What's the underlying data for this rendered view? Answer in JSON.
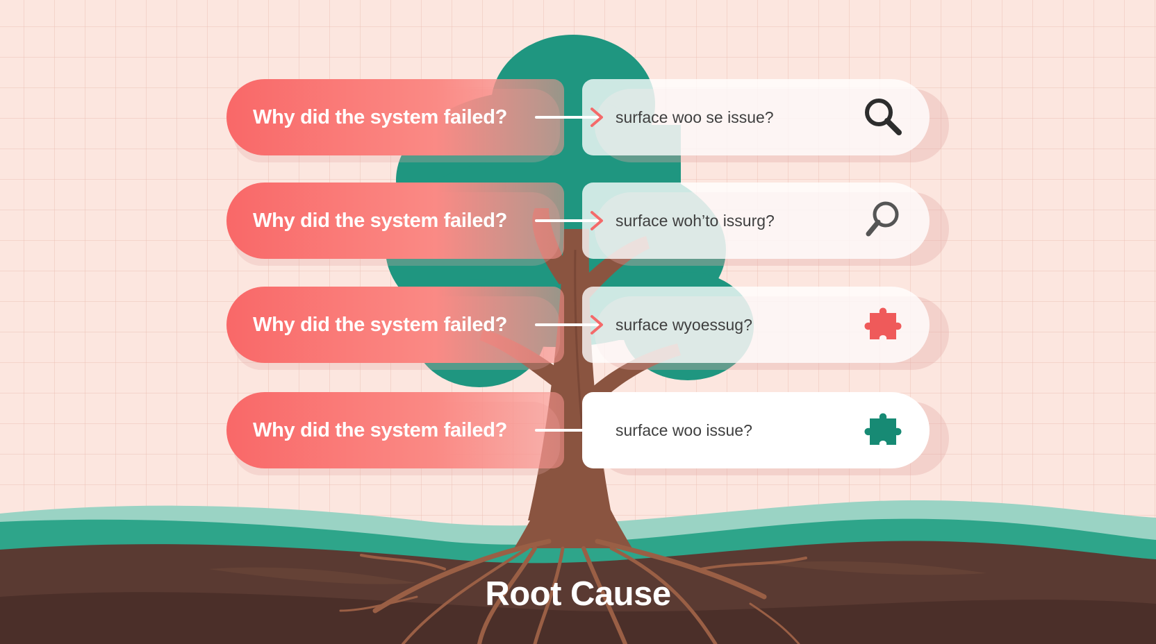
{
  "rows": [
    {
      "question": "Why did the system failed?",
      "answer": "surface woo se issue?",
      "icon": "magnifier-icon"
    },
    {
      "question": "Why did the system failed?",
      "answer": "surface woh’to issurg?",
      "icon": "magnifier-icon"
    },
    {
      "question": "Why did the system failed?",
      "answer": "surface wyoessug?",
      "icon": "puzzle-piece-icon"
    },
    {
      "question": "Why did the system failed?",
      "answer": "surface woo issue?",
      "icon": "puzzle-piece-icon"
    }
  ],
  "root_label": "Root Cause",
  "colors": {
    "background": "#fce6df",
    "question_red": "#f96868",
    "foliage_green": "#1f9680",
    "ground_teal": "#2ea58a",
    "soil_dark": "#5a3a32",
    "trunk_brown": "#8a5440",
    "puzzle_red": "#ef5a5a",
    "puzzle_green": "#178a74",
    "icon_dark": "#2d2d2d"
  }
}
